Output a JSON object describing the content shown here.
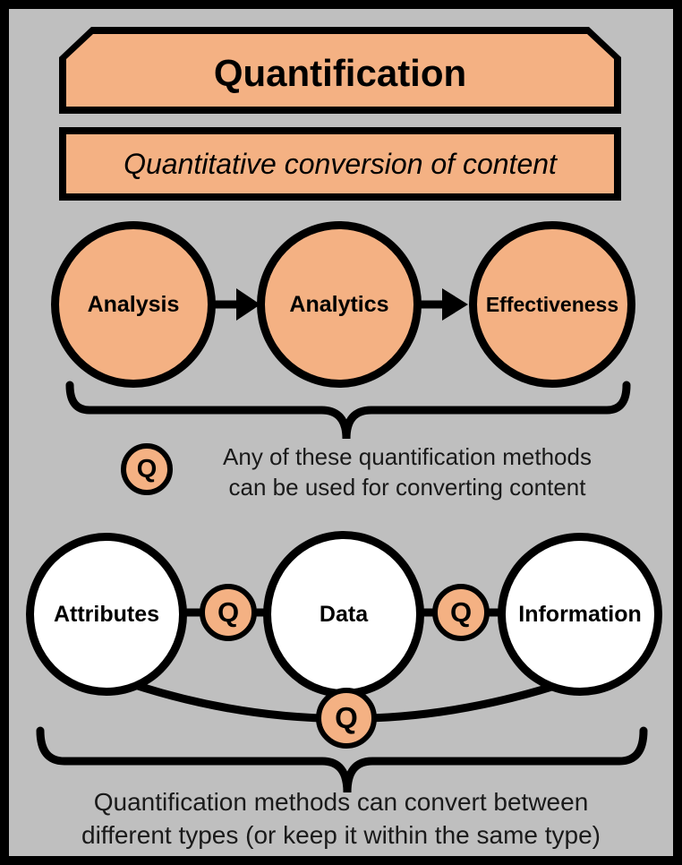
{
  "colors": {
    "background": "#bfbfbf",
    "accent_orange": "#f4b183",
    "outline_black": "#000000",
    "node_white": "#ffffff"
  },
  "header": {
    "title": "Quantification",
    "subtitle": "Quantitative conversion of content"
  },
  "process_flow": {
    "steps": [
      "Analysis",
      "Analytics",
      "Effectiveness"
    ]
  },
  "methods_note": {
    "badge": "Q",
    "line1": "Any of these quantification methods",
    "line2": "can be used for converting content"
  },
  "types_flow": {
    "nodes": [
      "Attributes",
      "Data",
      "Information"
    ],
    "badge": "Q"
  },
  "conversion_note": {
    "line1": "Quantification methods can convert between",
    "line2": "different types (or keep it within the same type)"
  }
}
